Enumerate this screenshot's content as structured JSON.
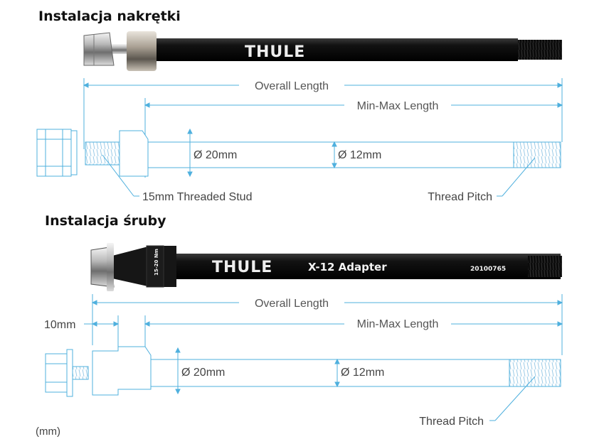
{
  "section_nut": {
    "heading": "Instalacja nakrętki",
    "brand_logo": "THULE",
    "labels": {
      "overall_length": "Overall Length",
      "min_max_length": "Min-Max Length",
      "diameter_large": "Ø 20mm",
      "diameter_small": "Ø 12mm",
      "threaded_stud": "15mm Threaded Stud",
      "thread_pitch": "Thread Pitch"
    }
  },
  "section_bolt": {
    "heading": "Instalacja śruby",
    "brand_logo": "THULE",
    "product_name": "X-12 Adapter",
    "part_number": "20100765",
    "torque_marking": "15-20 Nm",
    "labels": {
      "overall_length": "Overall Length",
      "min_max_length": "Min-Max Length",
      "head_length": "10mm",
      "diameter_large": "Ø 20mm",
      "diameter_small": "Ø 12mm",
      "thread_pitch": "Thread Pitch"
    }
  },
  "units_note": "(mm)",
  "colors": {
    "line_blue": "#4fb0de",
    "axle_black": "#0b0b0b",
    "text_gray": "#555555"
  }
}
